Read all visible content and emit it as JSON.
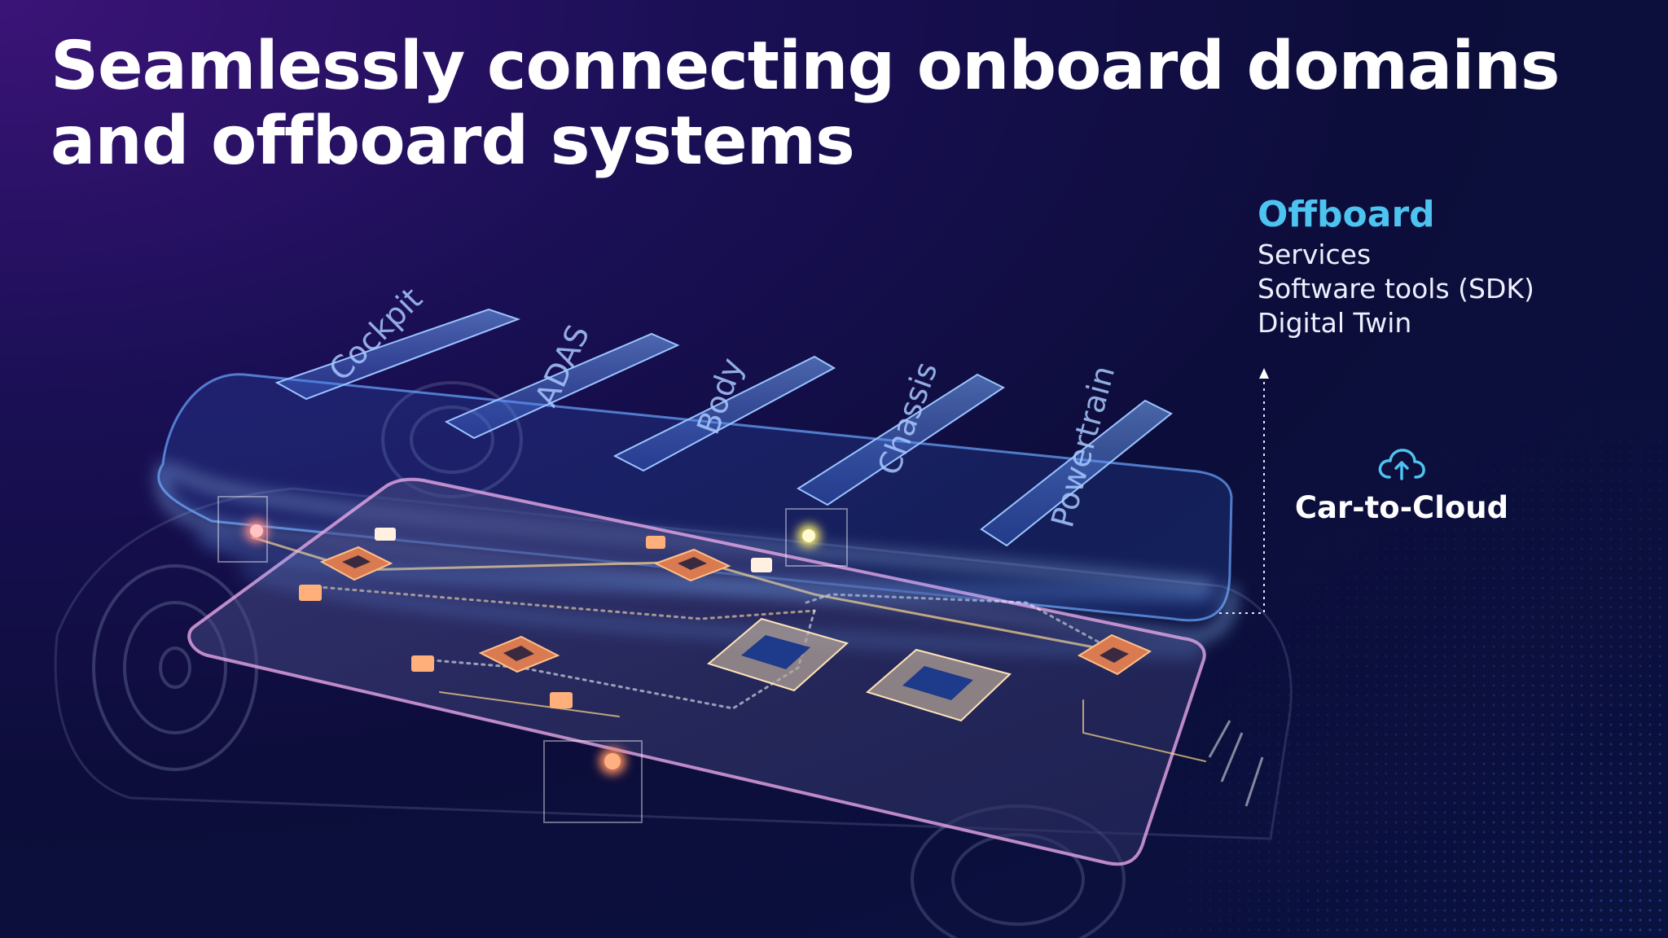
{
  "title": {
    "line1": "Seamlessly connecting onboard domains",
    "line2": "and offboard systems"
  },
  "offboard": {
    "heading": "Offboard",
    "items": [
      "Services",
      "Software tools (SDK)",
      "Digital Twin"
    ]
  },
  "cloud": {
    "icon": "cloud-upload-icon",
    "label": "Car-to-Cloud"
  },
  "domains": [
    "Cockpit",
    "ADAS",
    "Body",
    "Chassis",
    "Powertrain"
  ],
  "colors": {
    "accent": "#4dc3f0",
    "glow": "#4f8dff",
    "board_outline": "#e6a7e6",
    "chip": "#f0a070",
    "trace": "#ffd88a"
  }
}
